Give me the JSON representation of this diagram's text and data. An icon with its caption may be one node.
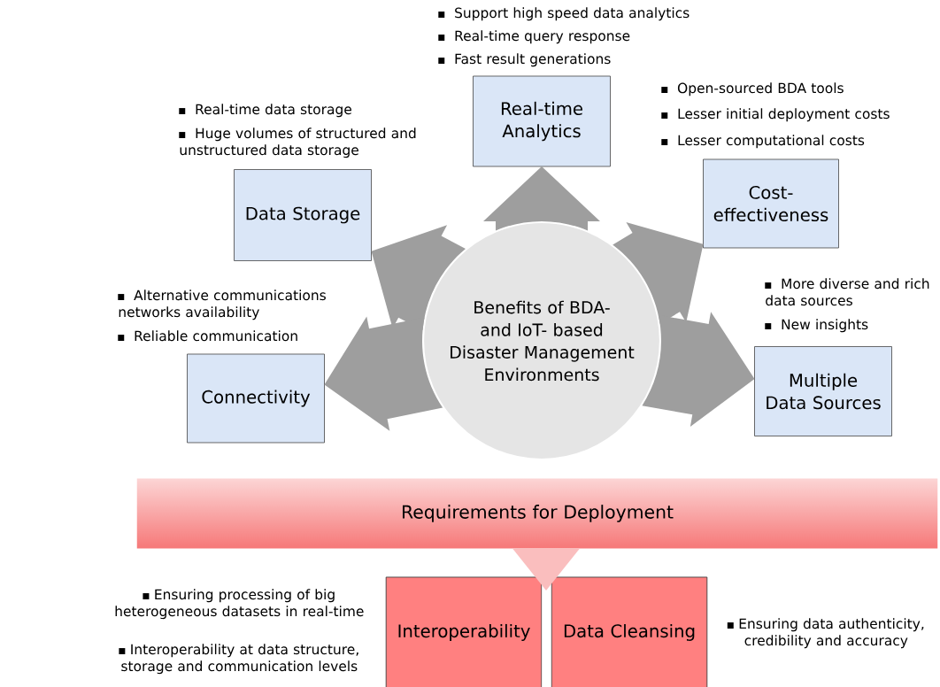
{
  "diagram": {
    "nodes": [
      {
        "text": [
          "Benefits of BDA- and IoT- based Disaster Management Environments"
        ]
      },
      {
        "text": [
          "Real-time Analytics"
        ],
        "beside": [
          "Support high speed data analytics",
          "Real-time query response",
          "Fast result generations"
        ]
      },
      {
        "text": [
          "Data Storage"
        ],
        "beside": [
          "Real-time data storage",
          "Huge volumes of structured and unstructured data storage"
        ]
      },
      {
        "text": [
          "Cost-effectiveness"
        ],
        "beside": [
          "Open-sourced BDA tools",
          "Lesser initial deployment costs",
          "Lesser computational costs"
        ]
      },
      {
        "text": [
          "Connectivity"
        ],
        "beside": [
          "Alternative communications networks availability",
          "Reliable communication"
        ]
      },
      {
        "text": [
          "Multiple Data Sources"
        ],
        "beside": [
          "More diverse and rich data sources",
          "New insights"
        ]
      },
      {
        "text": [
          "Requirements for Deployment"
        ]
      },
      {
        "text": [
          "Interoperability"
        ],
        "beside": [
          "Ensuring processing of big heterogeneous datasets in real-time",
          "Interoperability at data structure, storage and communication levels"
        ]
      },
      {
        "text": [
          "Data Cleansing"
        ],
        "beside": [
          "Ensuring data authenticity, credibility and accuracy"
        ]
      }
    ],
    "edges": [
      {
        "from": 0,
        "to": 1,
        "arrow": "to"
      },
      {
        "from": 0,
        "to": 2,
        "arrow": "to"
      },
      {
        "from": 0,
        "to": 3,
        "arrow": "to"
      },
      {
        "from": 0,
        "to": 4,
        "arrow": "to"
      },
      {
        "from": 0,
        "to": 5,
        "arrow": "to"
      },
      {
        "from": 6,
        "to": 7,
        "arrow": "to"
      },
      {
        "from": 6,
        "to": 8,
        "arrow": "to"
      }
    ]
  }
}
